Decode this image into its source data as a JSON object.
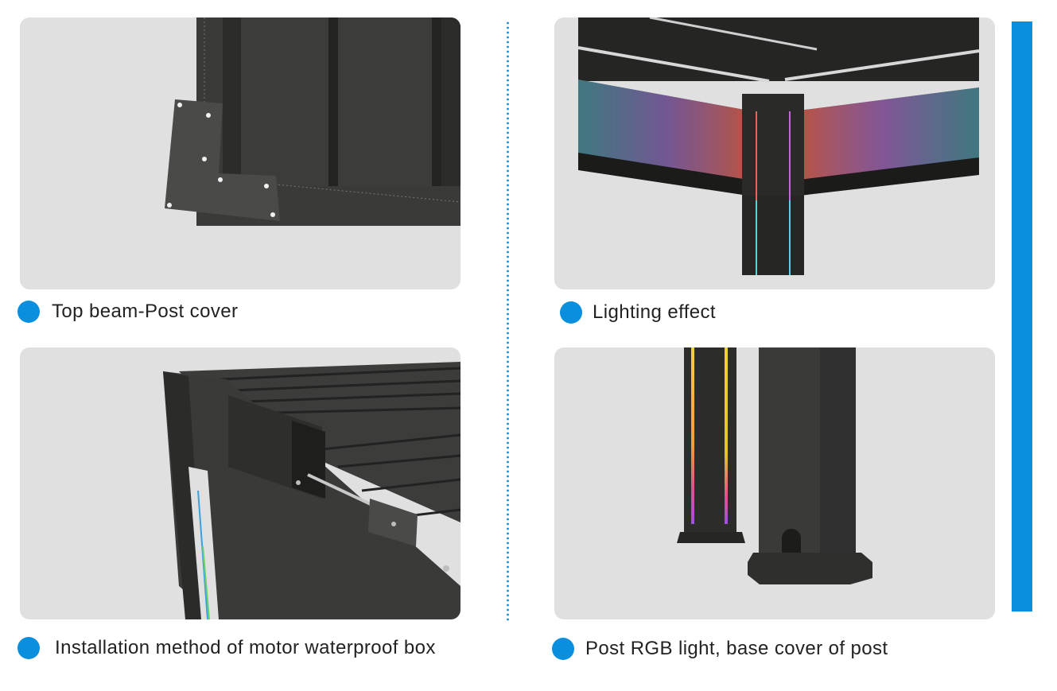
{
  "colors": {
    "accent": "#0a8ede",
    "panel_bg": "#e0e0e0",
    "text": "#222222"
  },
  "captions": {
    "top_left": "Top beam-Post cover",
    "top_right": "Lighting effect",
    "bottom_left": "Installation method of motor waterproof box",
    "bottom_right": "Post RGB light, base cover of post"
  },
  "icons": {
    "bullet": "blue-dot-icon"
  }
}
